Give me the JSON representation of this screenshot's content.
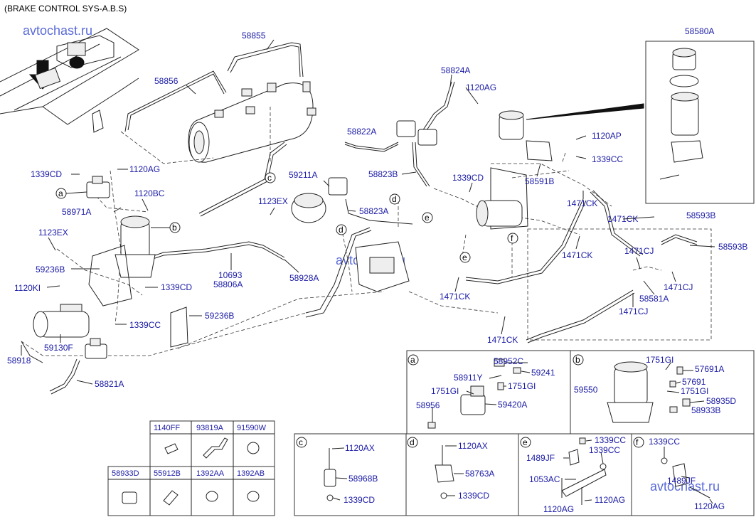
{
  "header": {
    "title": "(BRAKE CONTROL SYS-A.B.S)"
  },
  "watermark": "avtochast.ru",
  "callouts": {
    "p58855": "58855",
    "p58856": "58856",
    "p58824A": "58824A",
    "p1120AG_1": "1120AG",
    "p58580A": "58580A",
    "p58822A": "58822A",
    "p1120AP": "1120AP",
    "p1339CC_1": "1339CC",
    "p58823B": "58823B",
    "p1339CD_1": "1339CD",
    "p58591B": "58591B",
    "p1339CD_2": "1339CD",
    "p1120AG_2": "1120AG",
    "p59211A": "59211A",
    "p1471CK_1": "1471CK",
    "p1120BC": "1120BC",
    "p1123EX_1": "1123EX",
    "p58823A": "58823A",
    "p1471CK_2": "1471CK",
    "p58593B_1": "58593B",
    "p58971A": "58971A",
    "p1123EX_2": "1123EX",
    "p58593B_2": "58593B",
    "p1471CJ_1": "1471CJ",
    "p1471CK_3": "1471CK",
    "p59236B_1": "59236B",
    "p10693": "10693",
    "p58806A": "58806A",
    "p58928A": "58928A",
    "p1120KI": "1120KI",
    "p1339CD_3": "1339CD",
    "p1471CK_4": "1471CK",
    "p58581A": "58581A",
    "p1471CJ_2": "1471CJ",
    "p1471CJ_3": "1471CJ",
    "p59236B_2": "59236B",
    "p1339CC_2": "1339CC",
    "p1471CK_5": "1471CK",
    "p59130F": "59130F",
    "p58918": "58918",
    "p58821A": "58821A"
  },
  "letters": {
    "a": "a",
    "b": "b",
    "c": "c",
    "d": "d",
    "e": "e",
    "f": "f"
  },
  "detail_a": {
    "letter": "a",
    "labels": [
      "58952C",
      "58911Y",
      "59241",
      "1751GI",
      "1751GI",
      "58956",
      "59420A"
    ]
  },
  "detail_b": {
    "letter": "b",
    "labels": [
      "1751GI",
      "57691A",
      "57691",
      "59550",
      "1751GI",
      "58935D",
      "58933B"
    ]
  },
  "detail_c": {
    "letter": "c",
    "labels": [
      "1120AX",
      "58968B",
      "1339CD"
    ]
  },
  "detail_d": {
    "letter": "d",
    "labels": [
      "1120AX",
      "58763A",
      "1339CD"
    ]
  },
  "detail_e": {
    "letter": "e",
    "labels": [
      "1339CC",
      "1339CC",
      "1489JF",
      "1053AC",
      "1120AG",
      "1120AG"
    ]
  },
  "detail_f": {
    "letter": "f",
    "labels": [
      "1339CC",
      "1489JF",
      "1120AG"
    ]
  },
  "parts_table": {
    "row1": [
      "1140FF",
      "93819A",
      "91590W"
    ],
    "row2": [
      "58933D",
      "55912B",
      "1392AA",
      "1392AB"
    ]
  }
}
